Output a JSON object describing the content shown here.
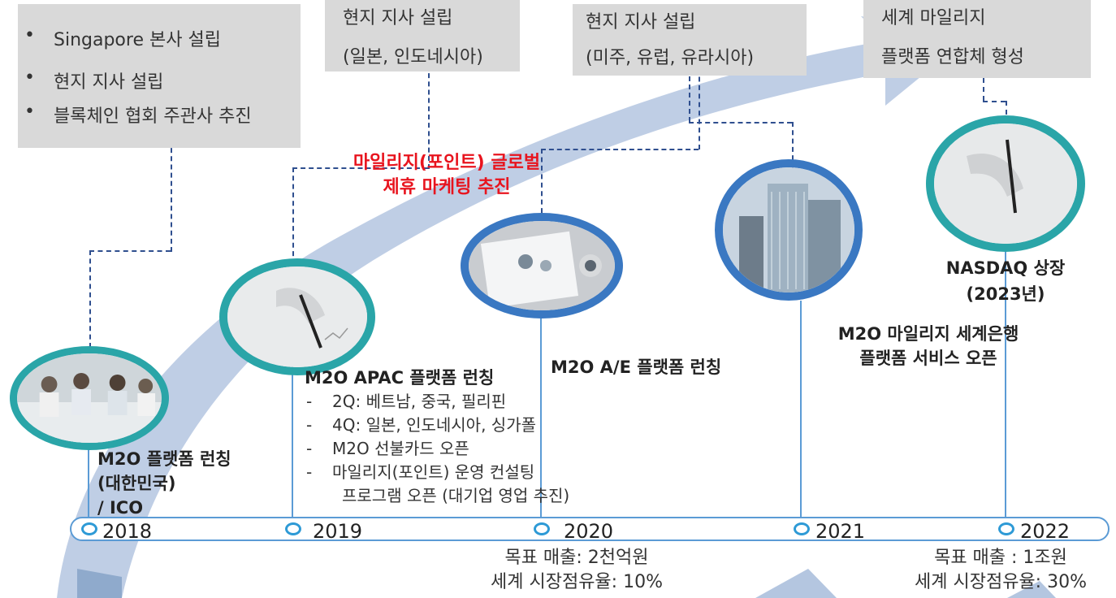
{
  "top_boxes": {
    "box1": {
      "bullets": [
        "Singapore 본사 설립",
        "현지 지사 설립",
        "블록체인 협회 주관사 추진"
      ]
    },
    "box2": {
      "lines": [
        "현지 지사 설립",
        "(일본, 인도네시아)"
      ]
    },
    "box3": {
      "lines": [
        "현지 지사 설립",
        "(미주, 유럽, 유라시아)"
      ]
    },
    "box4": {
      "lines": [
        "세계 마일리지",
        "플랫폼 연합체 형성"
      ]
    }
  },
  "center_highlight": {
    "lines": [
      "마일리지(포인트) 글로벌",
      "제휴 마케팅 추진"
    ],
    "color": "#e8141e"
  },
  "milestones": {
    "m2018": {
      "lines": [
        "M2O 플랫폼 런칭",
        "(대한민국)",
        "/ ICO"
      ]
    },
    "m2019": {
      "title": "M2O APAC 플랫폼 런칭",
      "items": [
        "2Q: 베트남, 중국, 필리핀",
        "4Q: 일본, 인도네시아, 싱가폴",
        "M2O 선불카드 오픈",
        "마일리지(포인트) 운영 컨설팅"
      ],
      "continuation": "프로그램 오픈 (대기업 영업 추진)"
    },
    "m2020": {
      "title": "M2O A/E 플랫폼 런칭"
    },
    "m2021": {
      "lines": [
        "M2O 마일리지 세계은행",
        "플랫폼 서비스 오픈"
      ]
    },
    "m2022": {
      "lines": [
        "NASDAQ 상장",
        "(2023년)"
      ]
    }
  },
  "timeline": {
    "years": [
      "2018",
      "2019",
      "2020",
      "2021",
      "2022"
    ]
  },
  "targets": {
    "t2020": {
      "lines": [
        "목표 매출: 2천억원",
        "세계 시장점유율: 10%"
      ]
    },
    "t2022": {
      "lines": [
        "목표 매출 : 1조원",
        "세계 시장점유율: 30%"
      ]
    }
  },
  "colors": {
    "arrow": "#b4c6e0",
    "ring_teal": "#2aa5a8",
    "ring_blue": "#3a78c2",
    "connector": "#5b9bd5",
    "dashed": "#2f4f8f"
  },
  "photos": [
    "meeting-photo",
    "pen-writing-photo",
    "documents-photo",
    "office-building-photo",
    "pen-writing-photo"
  ]
}
